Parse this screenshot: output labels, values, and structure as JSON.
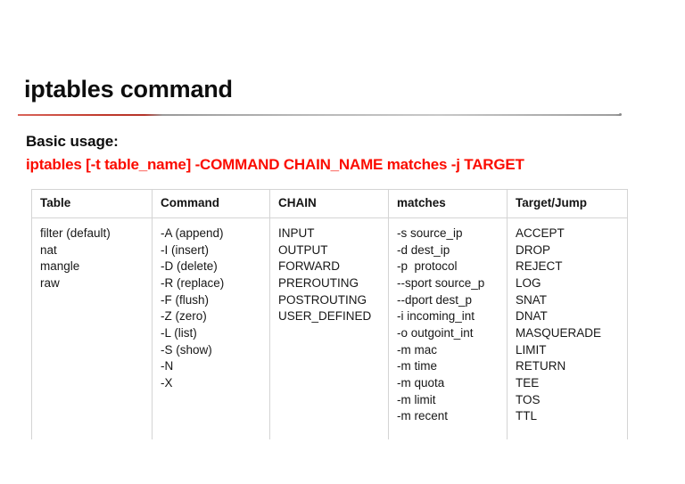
{
  "slide": {
    "title": "iptables command",
    "usage_label": "Basic usage:",
    "usage_syntax": "iptables [-t table_name] -COMMAND CHAIN_NAME matches -j TARGET",
    "accent_red": "#fb0c00",
    "rule_red": "#c0392b",
    "rule_grey": "#b5b5b5",
    "table_border_color": "#d4d4d4",
    "background": "#ffffff",
    "text_color": "#171717"
  },
  "table": {
    "headers": [
      "Table",
      "Command",
      "CHAIN",
      "matches",
      "Target/Jump"
    ],
    "columns": [
      {
        "header": "Table",
        "items": [
          "filter (default)",
          "nat",
          "mangle",
          "raw"
        ]
      },
      {
        "header": "Command",
        "items": [
          "-A (append)",
          "-I (insert)",
          "-D (delete)",
          "-R (replace)",
          "-F (flush)",
          "-Z (zero)",
          "-L (list)",
          "-S (show)",
          "-N",
          "-X"
        ]
      },
      {
        "header": "CHAIN",
        "items": [
          "INPUT",
          "OUTPUT",
          "FORWARD",
          "PREROUTING",
          "POSTROUTING",
          "USER_DEFINED"
        ]
      },
      {
        "header": "matches",
        "items": [
          "-s source_ip",
          "-d dest_ip",
          "-p  protocol",
          "--sport source_p",
          "--dport dest_p",
          "-i incoming_int",
          "-o outgoint_int",
          "-m mac",
          "-m time",
          "-m quota",
          "-m limit",
          "-m recent"
        ]
      },
      {
        "header": "Target/Jump",
        "items": [
          "ACCEPT",
          "DROP",
          "REJECT",
          "LOG",
          "SNAT",
          "DNAT",
          "MASQUERADE",
          "LIMIT",
          "RETURN",
          "TEE",
          "TOS",
          "TTL"
        ]
      }
    ]
  }
}
